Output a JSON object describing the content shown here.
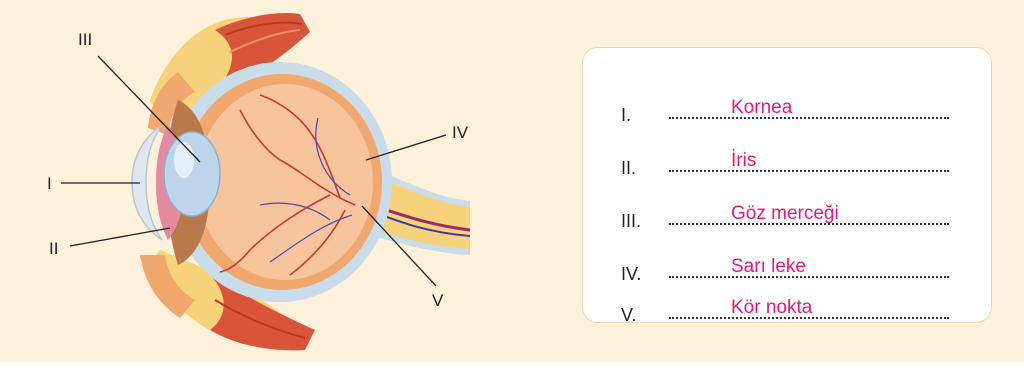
{
  "diagram": {
    "labels": {
      "l1": "I",
      "l2": "II",
      "l3": "III",
      "l4": "IV",
      "l5": "V"
    },
    "colors": {
      "background": "#fdf1dc",
      "answer": "#e5197b",
      "sclera": "#c9dcea",
      "retina": "#f1a86f",
      "muscle": "#d9553a",
      "fat": "#f6d27a"
    }
  },
  "answers_card": {
    "rows": [
      {
        "num": "I.",
        "answer": "Kornea"
      },
      {
        "num": "II.",
        "answer": "İris"
      },
      {
        "num": "III.",
        "answer": "Göz merceği"
      },
      {
        "num": "IV.",
        "answer": "Sarı leke"
      },
      {
        "num": "V.",
        "answer": "Kör nokta"
      }
    ]
  }
}
